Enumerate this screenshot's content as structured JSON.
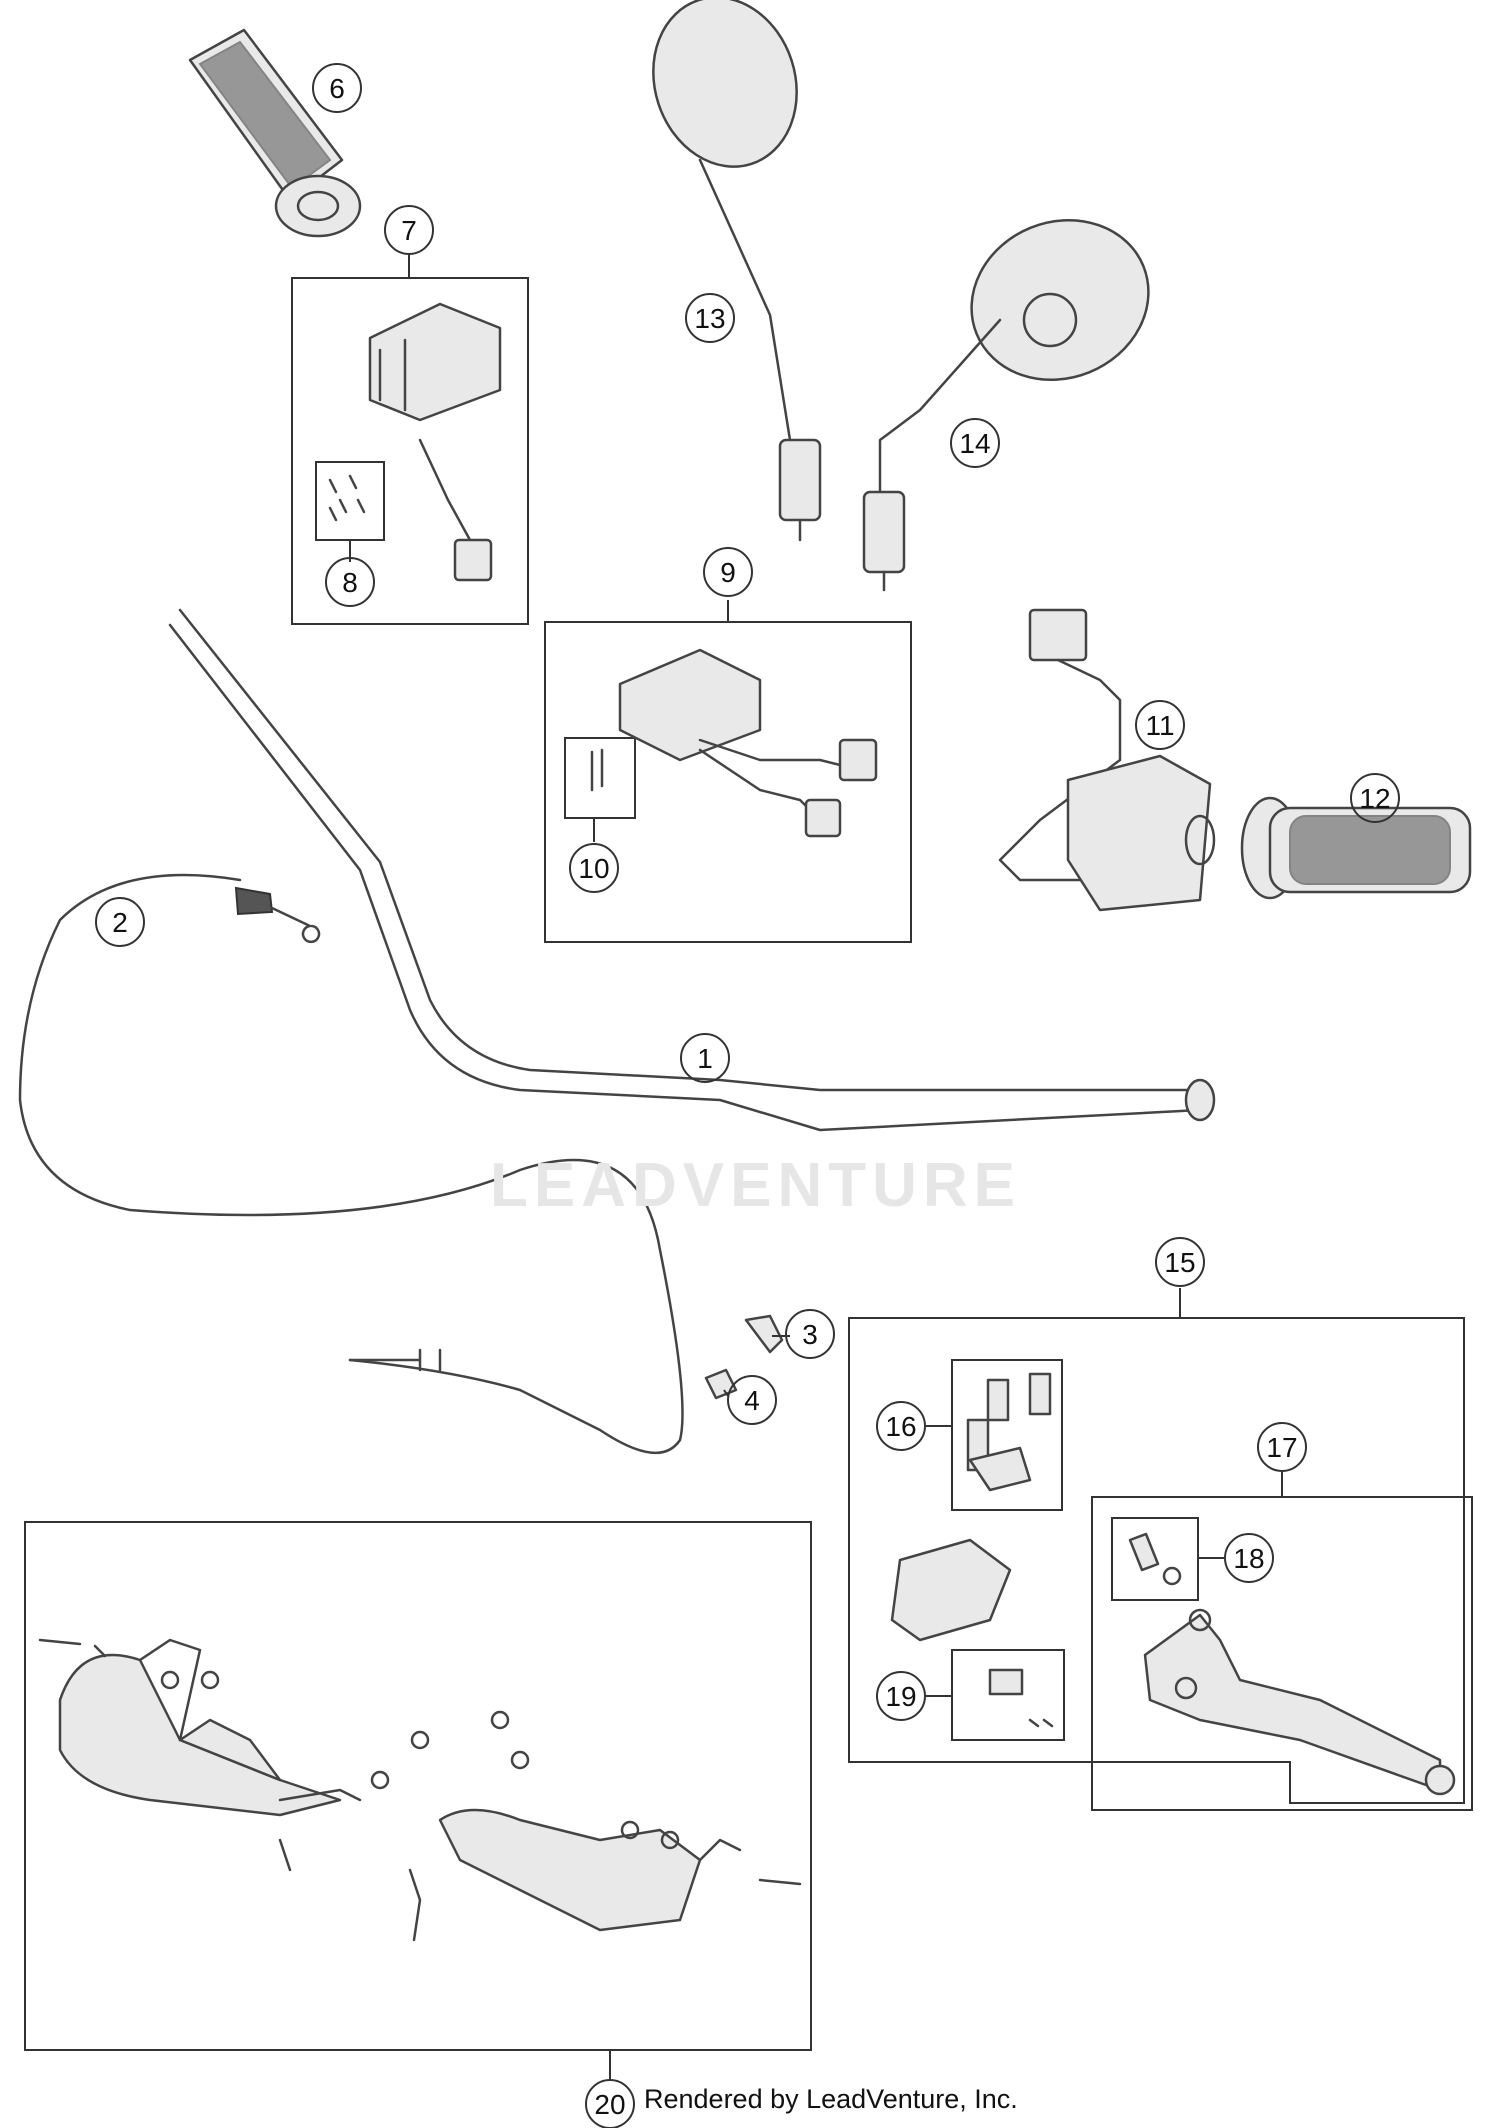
{
  "watermark": "LEADVENTURE",
  "footer": "Rendered by LeadVenture, Inc.",
  "callouts": [
    {
      "id": "1",
      "label": "1"
    },
    {
      "id": "2",
      "label": "2"
    },
    {
      "id": "3",
      "label": "3"
    },
    {
      "id": "4",
      "label": "4"
    },
    {
      "id": "6",
      "label": "6"
    },
    {
      "id": "7",
      "label": "7"
    },
    {
      "id": "8",
      "label": "8"
    },
    {
      "id": "9",
      "label": "9"
    },
    {
      "id": "10",
      "label": "10"
    },
    {
      "id": "11",
      "label": "11"
    },
    {
      "id": "12",
      "label": "12"
    },
    {
      "id": "13",
      "label": "13"
    },
    {
      "id": "14",
      "label": "14"
    },
    {
      "id": "15",
      "label": "15"
    },
    {
      "id": "16",
      "label": "16"
    },
    {
      "id": "17",
      "label": "17"
    },
    {
      "id": "18",
      "label": "18"
    },
    {
      "id": "19",
      "label": "19"
    },
    {
      "id": "20",
      "label": "20"
    }
  ]
}
